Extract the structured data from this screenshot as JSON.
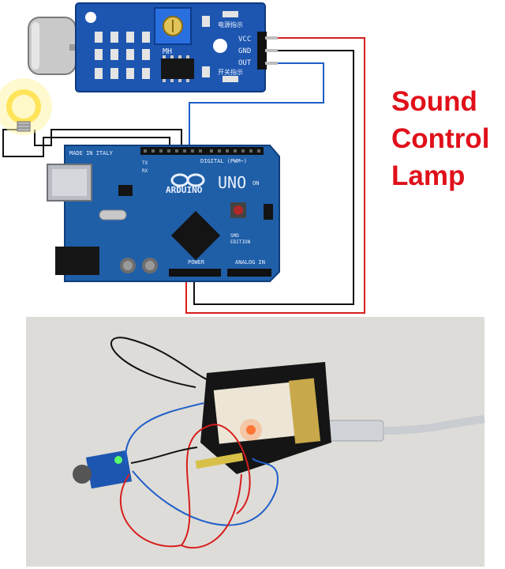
{
  "title": {
    "line1": "Sound",
    "line2": "Control",
    "line3": "Lamp"
  },
  "sound_module": {
    "pin_labels": [
      "VCC",
      "GND",
      "OUT"
    ],
    "chip_label": "MH",
    "indicator_top": "电源指示",
    "indicator_bottom": "开关指示"
  },
  "arduino": {
    "made_in": "MADE IN ITALY",
    "brand": "ARDUINO",
    "model": "UNO",
    "digital_label": "DIGITAL (PWM~)",
    "power_label": "POWER",
    "analog_label": "ANALOG IN",
    "tx": "TX",
    "rx": "RX",
    "on": "ON",
    "smd": "SMD",
    "edition": "EDITION"
  },
  "colors": {
    "title_red": "#e0101a",
    "board_blue": "#1f5fa8",
    "module_blue": "#1d56b0",
    "wire_red": "#d81e1e",
    "wire_blue": "#1f5fc8",
    "wire_black": "#111111",
    "photo_bg": "#dedcd8"
  },
  "icons": {
    "lamp": "light-bulb-icon",
    "microphone": "microphone-icon"
  }
}
